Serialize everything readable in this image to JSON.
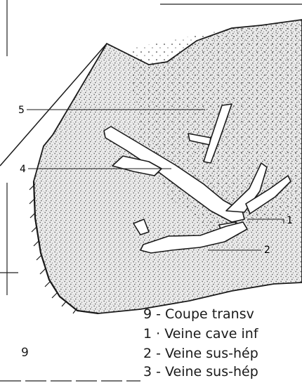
{
  "figure": {
    "number": "9",
    "caption": [
      "9 - Coupe transv",
      "1 · Veine cave inf",
      "2 - Veine sus-hép",
      "3 - Veine sus-hép"
    ],
    "callouts": [
      "5",
      "4",
      "1",
      "2"
    ],
    "colors": {
      "ink": "#1a1a1a",
      "stipple": "#bdbdbd",
      "paper": "#ffffff"
    }
  }
}
